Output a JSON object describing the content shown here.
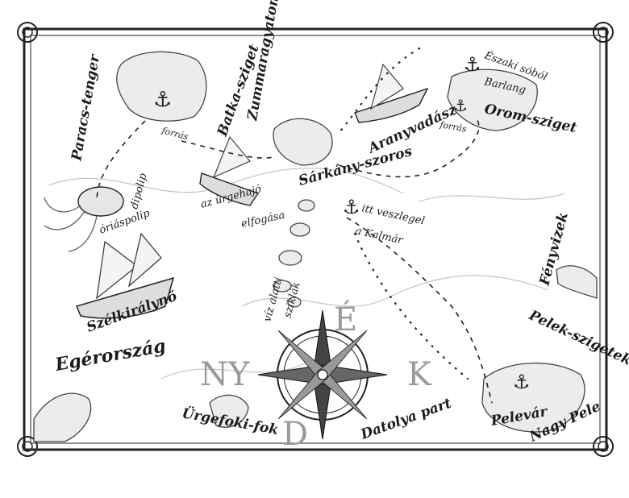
{
  "labels": {
    "paracs_tenger": "Paracs-tenger",
    "forras_1": "forrás",
    "batka_sziget": "Batka-sziget",
    "zummaragy_atom": "Zummaragyatom",
    "eszaki_sobol": "Északi sóból",
    "barlang": "Barlang",
    "orom_sziget": "Orom-sziget",
    "aranyvadasz": "Aranyvadász",
    "forras_2": "forrás",
    "sarkany_szoros": "Sárkány-szoros",
    "itt_veszlegel": "itt veszlegel",
    "a_kalmar": "a Kalmár",
    "dipolip": "dipolip",
    "oriaspolip": "óriáspolip",
    "urgehajo": "az ürgehajó",
    "elfogasa": "elfogása",
    "szelkiralyno": "Szélkirálynő",
    "viz_alatti": "víz alatti",
    "sziklak": "sziklák",
    "fenyvizek": "Fényvizek",
    "peledek": "Pelek-szigetek",
    "egerorszag": "Egérország",
    "urgefoki_fok": "Ürgefoki-fok",
    "datolya_part": "Datolya part",
    "pelevar": "Pelevár",
    "nagy_pele": "Nagy Pele"
  },
  "compass": {
    "north": "É",
    "west": "NY",
    "east": "K",
    "south": "D"
  }
}
